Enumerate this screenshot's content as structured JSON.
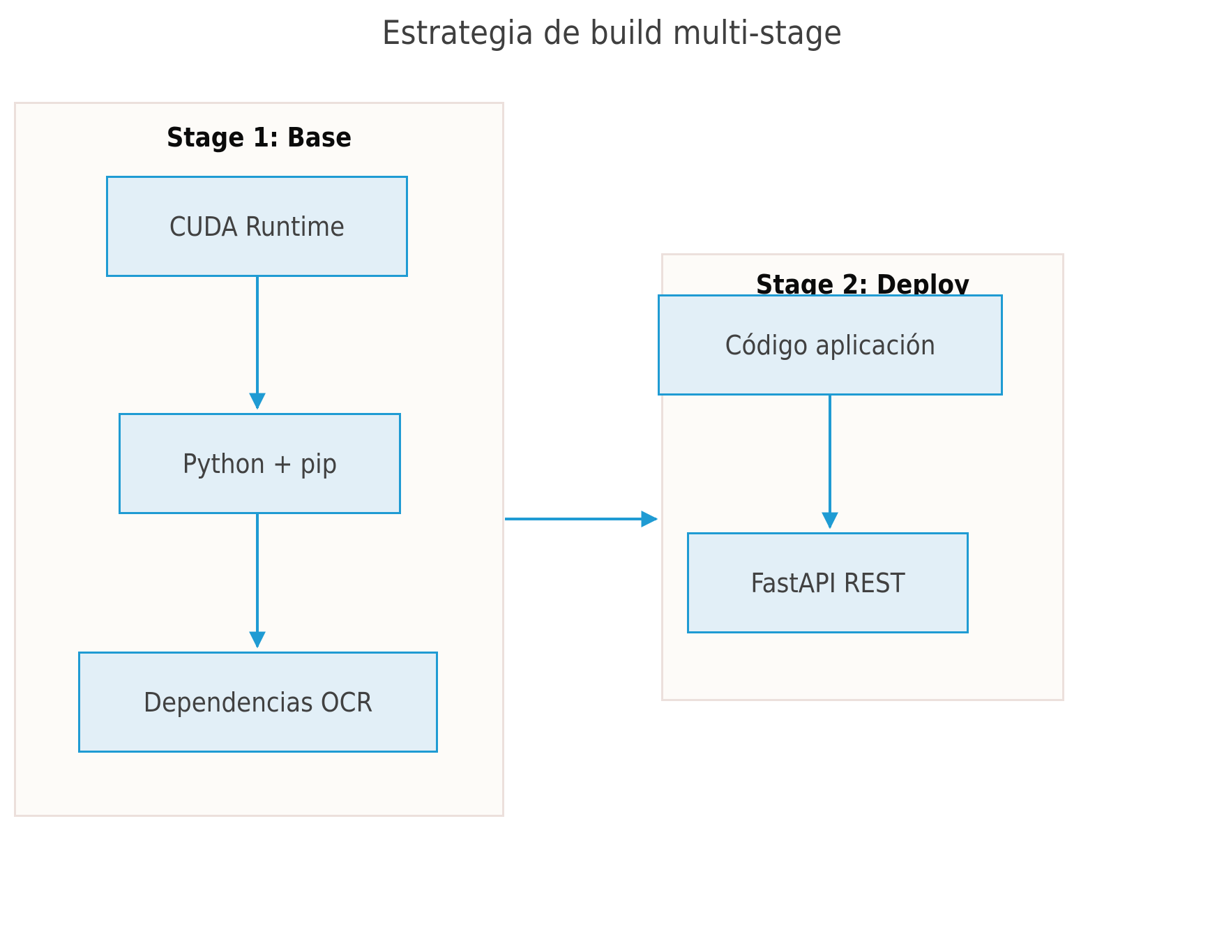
{
  "title": "Estrategia de build multi-stage",
  "colors": {
    "node_border": "#1f9bd3",
    "node_fill": "#e2eff7",
    "node_text": "#414141",
    "container_fill": "#fdfbf8",
    "container_border": "#ece0dc",
    "arrow": "#1f9bd3",
    "title_text": "#3f3f3f",
    "stage_label_text": "#0b0b0b",
    "background": "#ffffff"
  },
  "diagram": {
    "type": "flowchart",
    "orientation": "stages-left-to-right",
    "stages": [
      {
        "id": "stage1",
        "label": "Stage 1: Base",
        "nodes": [
          {
            "id": "cuda",
            "label": "CUDA Runtime"
          },
          {
            "id": "python",
            "label": "Python + pip"
          },
          {
            "id": "deps",
            "label": "Dependencias OCR"
          }
        ]
      },
      {
        "id": "stage2",
        "label": "Stage 2: Deploy",
        "nodes": [
          {
            "id": "codigo",
            "label": "Código aplicación"
          },
          {
            "id": "fastapi",
            "label": "FastAPI REST"
          }
        ]
      }
    ],
    "edges": [
      {
        "from": "cuda",
        "to": "python",
        "direction": "down",
        "label": ""
      },
      {
        "from": "python",
        "to": "deps",
        "direction": "down",
        "label": ""
      },
      {
        "from": "stage1",
        "to": "stage2",
        "direction": "right",
        "label": ""
      },
      {
        "from": "codigo",
        "to": "fastapi",
        "direction": "down",
        "label": ""
      }
    ]
  }
}
